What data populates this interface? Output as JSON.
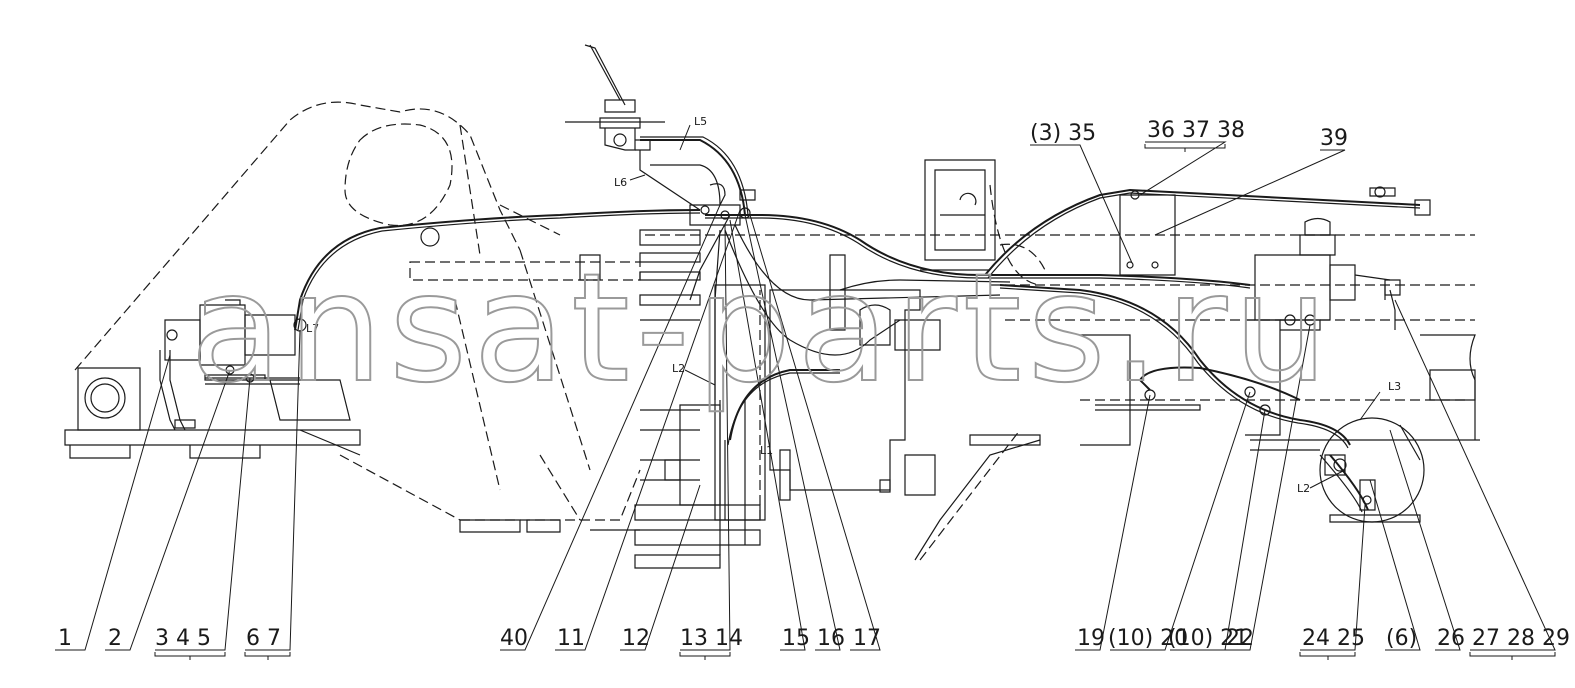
{
  "watermark": "ansat-parts.ru",
  "labels": [
    {
      "id": "1",
      "text": "1"
    },
    {
      "id": "2",
      "text": "2"
    },
    {
      "id": "3-4-5",
      "text": "3 4 5"
    },
    {
      "id": "6-7",
      "text": "6 7"
    },
    {
      "id": "40",
      "text": "40"
    },
    {
      "id": "11",
      "text": "11"
    },
    {
      "id": "12",
      "text": "12"
    },
    {
      "id": "13-14",
      "text": "13 14"
    },
    {
      "id": "15",
      "text": "15"
    },
    {
      "id": "16",
      "text": "16"
    },
    {
      "id": "17",
      "text": "17"
    },
    {
      "id": "19",
      "text": "19"
    },
    {
      "id": "10-20",
      "text": "(10) 20"
    },
    {
      "id": "10-21",
      "text": "(10) 21"
    },
    {
      "id": "22",
      "text": "22"
    },
    {
      "id": "24-25",
      "text": "24 25"
    },
    {
      "id": "6",
      "text": "(6)"
    },
    {
      "id": "26",
      "text": "26"
    },
    {
      "id": "27-28-29",
      "text": "27 28 29"
    },
    {
      "id": "3-35",
      "text": "(3) 35"
    },
    {
      "id": "36-37-38",
      "text": "36 37 38"
    },
    {
      "id": "39",
      "text": "39"
    }
  ],
  "hose_marks": [
    {
      "id": "L5",
      "text": "L5"
    },
    {
      "id": "L6",
      "text": "L6"
    },
    {
      "id": "L7",
      "text": "L7"
    },
    {
      "id": "L2a",
      "text": "L2"
    },
    {
      "id": "L1",
      "text": "L1"
    },
    {
      "id": "L3",
      "text": "L3"
    },
    {
      "id": "L2b",
      "text": "L2"
    }
  ]
}
